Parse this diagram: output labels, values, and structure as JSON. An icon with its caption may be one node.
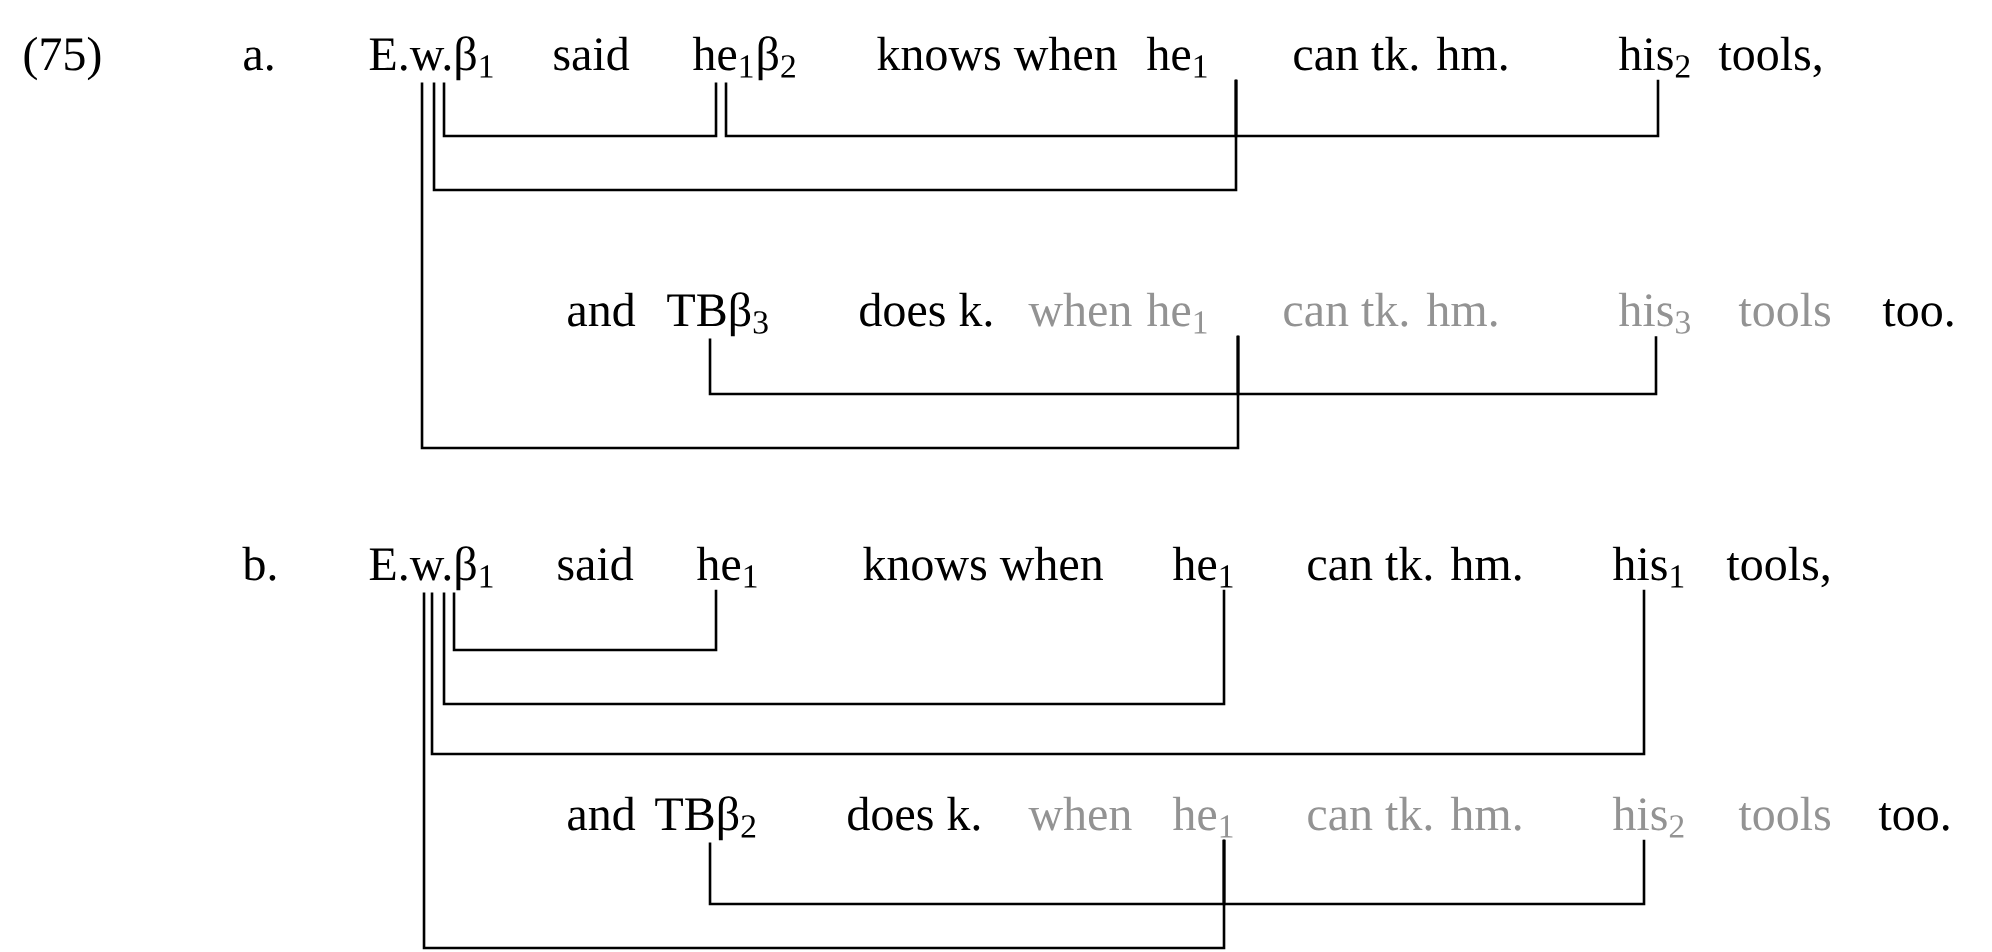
{
  "diagram": {
    "nodes": [
      {
        "text": [
          "E.w.β$_{1}$"
        ]
      },
      {
        "text": [
          "he$_{1}$β$_{2}$"
        ]
      },
      {
        "text": [
          "he$_{1}$"
        ]
      },
      {
        "text": [
          "his$_{2}$"
        ]
      },
      {
        "text": [
          "TBβ$_{3}$"
        ]
      },
      {
        "text": [
          "he$_{1}$"
        ]
      },
      {
        "text": [
          "his$_{3}$"
        ]
      },
      {
        "text": [
          "E.w.β$_{1}$"
        ]
      },
      {
        "text": [
          "he$_{1}$"
        ]
      },
      {
        "text": [
          "he$_{1}$"
        ]
      },
      {
        "text": [
          "his$_{1}$"
        ]
      },
      {
        "text": [
          "TBβ$_{2}$"
        ]
      },
      {
        "text": [
          "he$_{1}$"
        ]
      },
      {
        "text": [
          "his$_{2}$"
        ]
      }
    ],
    "edges": [
      {
        "from": 0,
        "to": 1,
        "arrow": "none"
      },
      {
        "from": 1,
        "to": 2,
        "arrow": "none"
      },
      {
        "from": 0,
        "to": 2,
        "arrow": "none"
      },
      {
        "from": 2,
        "to": 3,
        "arrow": "none"
      },
      {
        "from": 0,
        "to": 5,
        "arrow": "none"
      },
      {
        "from": 4,
        "to": 5,
        "arrow": "none"
      },
      {
        "from": 5,
        "to": 6,
        "arrow": "none"
      },
      {
        "from": 7,
        "to": 8,
        "arrow": "none"
      },
      {
        "from": 7,
        "to": 9,
        "arrow": "none"
      },
      {
        "from": 7,
        "to": 10,
        "arrow": "none"
      },
      {
        "from": 7,
        "to": 12,
        "arrow": "none"
      },
      {
        "from": 11,
        "to": 12,
        "arrow": "none"
      },
      {
        "from": 12,
        "to": 13,
        "arrow": "none"
      }
    ],
    "labels": [
      "(75)",
      "a.",
      "said",
      "knows when",
      "can tk. hm.",
      "tools,",
      "and",
      "does k.",
      "when",
      "can tk. hm.",
      "tools",
      "too.",
      "b.",
      "said",
      "knows when",
      "can tk. hm.",
      "tools,",
      "and",
      "does k.",
      "when",
      "can tk. hm.",
      "tools",
      "too."
    ]
  }
}
